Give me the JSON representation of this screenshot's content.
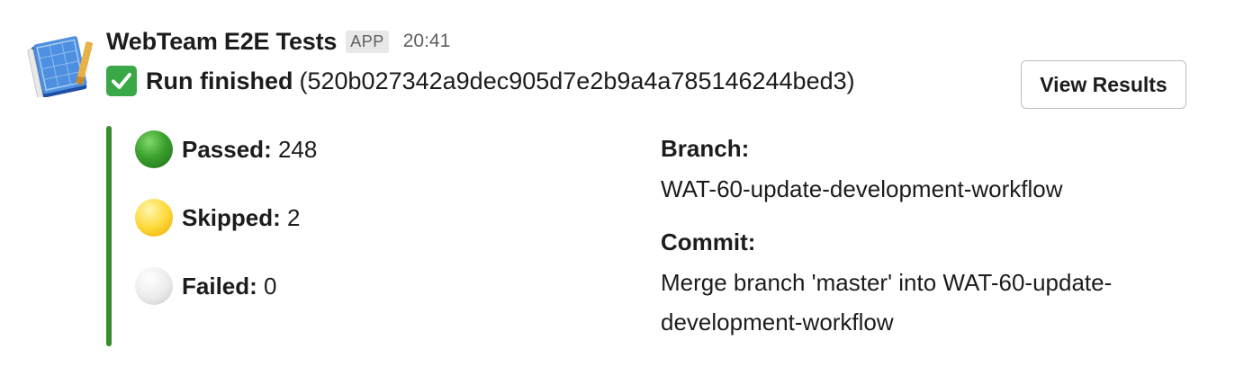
{
  "message": {
    "sender": "WebTeam E2E Tests",
    "badge": "APP",
    "time": "20:41",
    "run_title": "Run finished",
    "run_hash": "(520b027342a9dec905d7e2b9a4a785146244bed3)",
    "button_label": "View Results"
  },
  "stats": [
    {
      "label": "Passed:",
      "value": "248"
    },
    {
      "label": "Skipped:",
      "value": "2"
    },
    {
      "label": "Failed:",
      "value": "0"
    }
  ],
  "fields": [
    {
      "label": "Branch:",
      "value": "WAT-60-update-development-workflow"
    },
    {
      "label": "Commit:",
      "value": "Merge branch 'master' into WAT-60-update-development-workflow"
    }
  ],
  "colors": {
    "attachment_bar": "#3b8a2e",
    "check_green": "#3aa846"
  },
  "icons": {
    "avatar": "blueprint-app-icon",
    "status": "white-check-mark-icon",
    "passed": "green-circle-icon",
    "skipped": "yellow-circle-icon",
    "failed": "white-circle-icon"
  }
}
